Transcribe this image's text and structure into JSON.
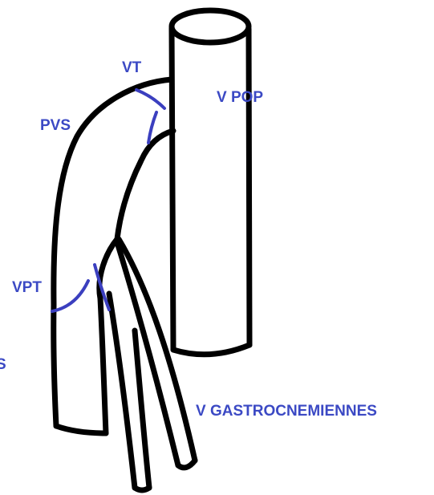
{
  "labels": {
    "vt": "VT",
    "v_pop": "V POP",
    "pvs": "PVS",
    "vpt": "VPT",
    "v_gastrocnemiennes": "V GASTROCNEMIENNES",
    "edge_fragment": "S"
  },
  "colors": {
    "outline": "#000000",
    "label": "#3b49c4",
    "valve": "#3b3fbf"
  }
}
